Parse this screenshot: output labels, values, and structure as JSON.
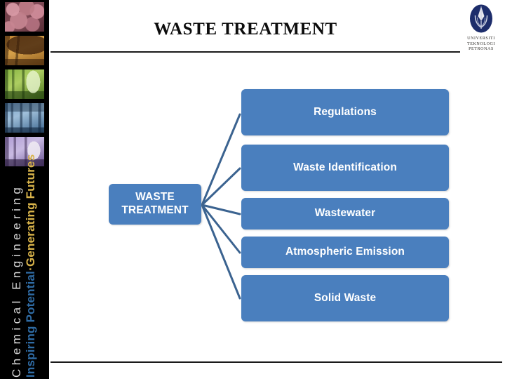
{
  "slide": {
    "title": "WASTE TREATMENT",
    "background_color": "#ffffff",
    "accent_color": "#4a7fbe",
    "connector_color": "#3b6390"
  },
  "sidebar": {
    "background_color": "#000000",
    "thumbnails": [
      {
        "name": "pink-crystals-thumbnail",
        "tint": "#89505c"
      },
      {
        "name": "orange-apparatus-thumbnail",
        "tint": "#e0a84d"
      },
      {
        "name": "green-plant-thumbnail",
        "tint": "#b6d866"
      },
      {
        "name": "blue-piping-thumbnail",
        "tint": "#a7c8e4"
      },
      {
        "name": "purple-lab-thumbnail",
        "tint": "#d3c4ee"
      }
    ],
    "department": "Chemical Engineering",
    "tagline_part1": "Inspiring Potential",
    "tagline_separator": "·",
    "tagline_part2": "Generating Futures",
    "tagline_color_1": "#2f6ba4",
    "tagline_color_2": "#d8b34a"
  },
  "logo": {
    "line1": "UNIVERSITI",
    "line2": "TEKNOLOGI",
    "line3": "PETRONAS",
    "mark_color": "#1d2d6b"
  },
  "chart_data": {
    "type": "diagram",
    "title": "WASTE TREATMENT",
    "layout": "radial-fan-right",
    "root": {
      "label": "WASTE\nTREATMENT",
      "label_line1": "WASTE",
      "label_line2": "TREATMENT"
    },
    "branches": [
      {
        "label": "Regulations"
      },
      {
        "label": "Waste Identification"
      },
      {
        "label": "Wastewater"
      },
      {
        "label": "Atmospheric Emission"
      },
      {
        "label": "Solid Waste"
      }
    ]
  }
}
